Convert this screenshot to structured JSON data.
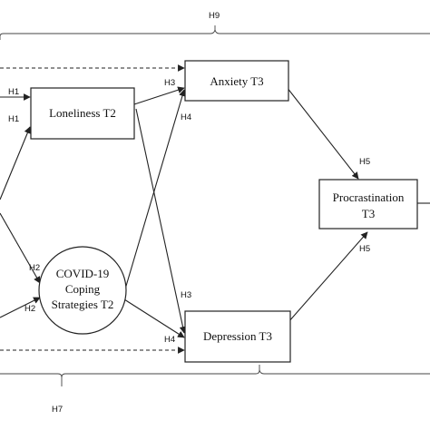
{
  "nodes": {
    "anxiety": "Anxiety T3",
    "loneliness": "Loneliness T2",
    "procrastination": [
      "Procrastination",
      "T3"
    ],
    "coping": [
      "COVID-19",
      "Coping",
      "Strategies T2"
    ],
    "depression": "Depression T3"
  },
  "hypotheses": {
    "h1_top": "H1",
    "h1_bottom": "H1",
    "h2_top": "H2",
    "h2_bottom": "H2",
    "h3_top": "H3",
    "h3_bottom": "H3",
    "h4_top": "H4",
    "h4_bottom": "H4",
    "h5_top": "H5",
    "h5_bottom": "H5",
    "h7": "H7",
    "h9": "H9"
  }
}
